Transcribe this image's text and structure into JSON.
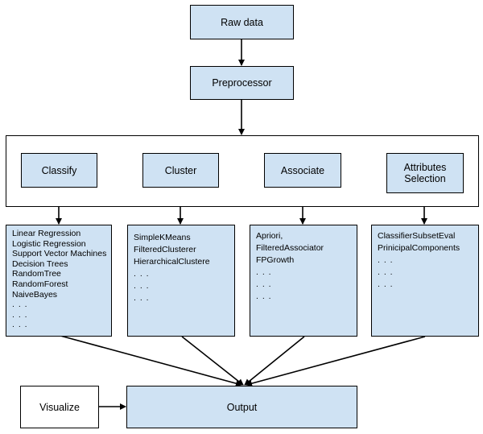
{
  "nodes": {
    "raw_data": "Raw data",
    "preprocessor": "Preprocessor",
    "classify": "Classify",
    "cluster": "Cluster",
    "associate": "Associate",
    "attributes_selection": [
      "Attributes",
      "Selection"
    ],
    "visualize": "Visualize",
    "output": "Output"
  },
  "lists": {
    "classify": [
      "Linear Regression",
      "Logistic Regression",
      "Support Vector Machines",
      "Decision Trees",
      "RandomTree",
      "RandomForest",
      "NaiveBayes",
      ". . .",
      ". . .",
      ". . ."
    ],
    "cluster": [
      "SimpleKMeans",
      "FilteredClusterer",
      "HierarchicalClustere",
      ". . .",
      ". . .",
      ". . ."
    ],
    "associate": [
      "Apriori,",
      "FilteredAssociator",
      "FPGrowth",
      ". . .",
      ". . .",
      ". . ."
    ],
    "attributes": [
      "ClassifierSubsetEval",
      "PrinicipalComponents",
      ". . .",
      ". . .",
      ". . ."
    ]
  },
  "colors": {
    "box_fill": "#cfe2f3",
    "stroke": "#000000",
    "background": "#ffffff"
  }
}
